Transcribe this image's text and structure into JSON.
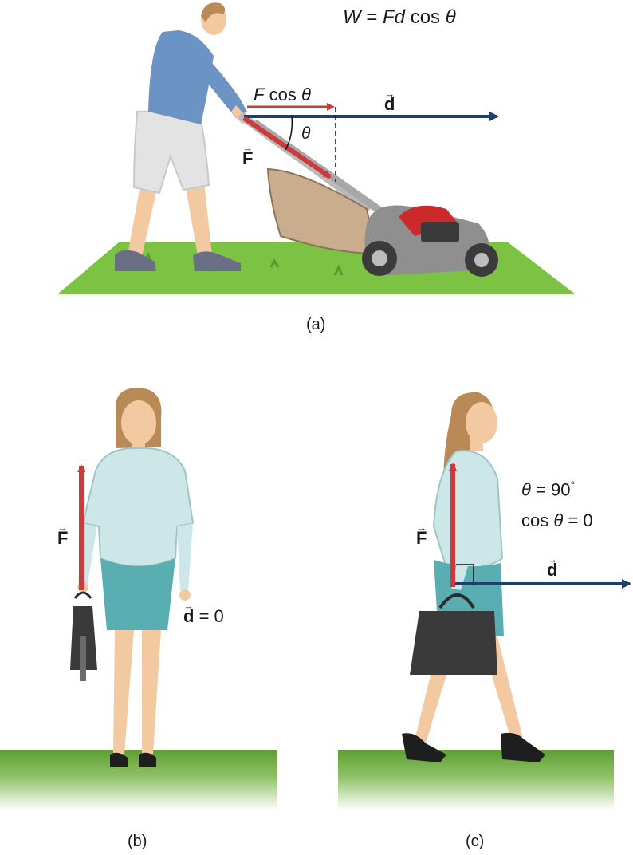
{
  "formula": {
    "W": "W",
    "equals": "=",
    "Fd": "Fd",
    "cos": "cos",
    "theta": "θ"
  },
  "panel_a": {
    "caption": "(a)",
    "fcos_F": "F",
    "fcos_cos": "cos",
    "fcos_theta": "θ",
    "d_label": "d",
    "F_label": "F",
    "theta_label": "θ"
  },
  "panel_b": {
    "caption": "(b)",
    "F_label": "F",
    "d_label": "d",
    "d_value": "= 0"
  },
  "panel_c": {
    "caption": "(c)",
    "F_label": "F",
    "d_label": "d",
    "theta_sym": "θ",
    "theta_value": "= 90",
    "degree": "°",
    "cos_word": "cos",
    "cos_theta": "θ",
    "cos_value": "= 0"
  },
  "colors": {
    "force_arrow": "#cc3b3b",
    "displacement_arrow": "#1f3f6e",
    "grass": "#7cc243",
    "grass_dark": "#4f9a2b"
  }
}
